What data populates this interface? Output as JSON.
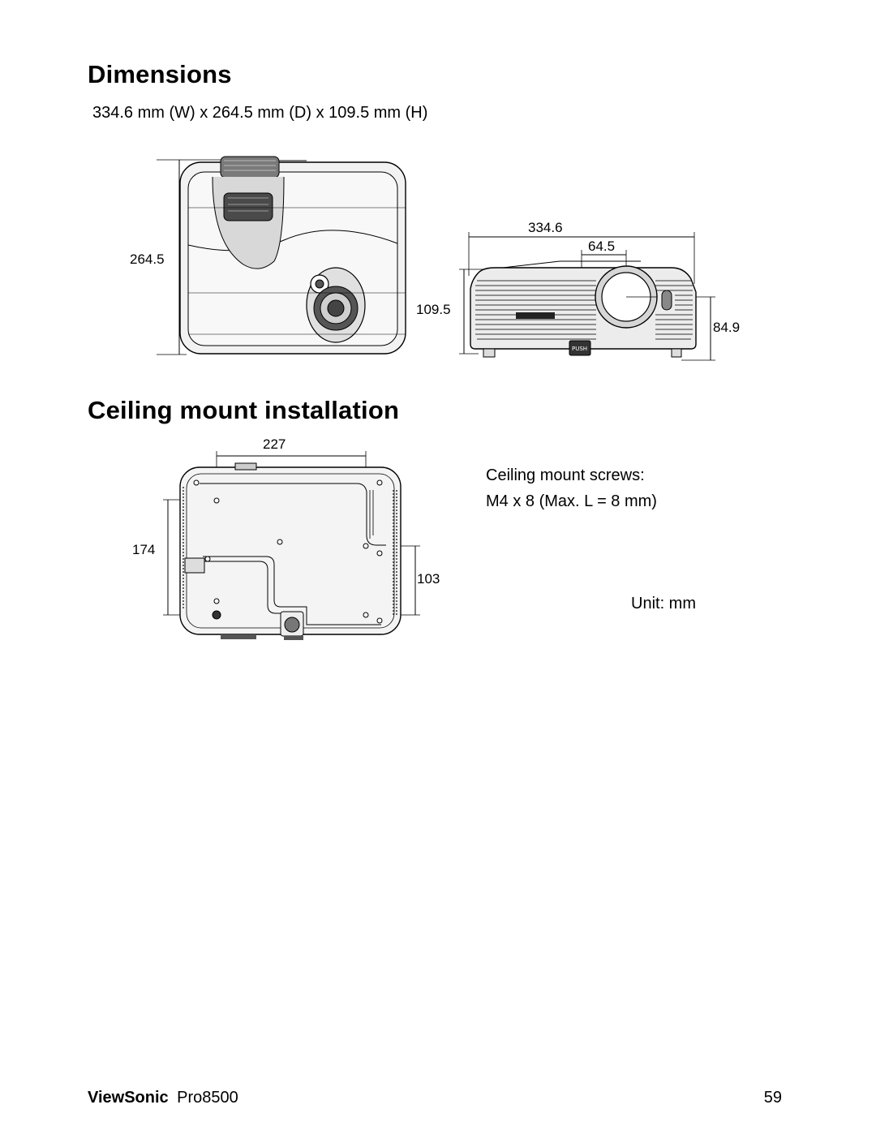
{
  "dimensions": {
    "heading": "Dimensions",
    "summary": "334.6 mm (W) x 264.5 mm (D) x 109.5 mm (H)",
    "top_view": {
      "depth_label": "264.5"
    },
    "front_view": {
      "width_label": "334.6",
      "lens_offset_label": "64.5",
      "height_label": "109.5",
      "lens_height_label": "84.9",
      "focus_button_text": "PUSH"
    }
  },
  "ceiling_mount": {
    "heading": "Ceiling mount installation",
    "bottom_view": {
      "hole_spacing_width_label": "227",
      "depth_label": "174",
      "hole_spacing_depth_label": "103"
    },
    "screws_label": "Ceiling mount screws:",
    "screws_spec": "M4 x 8 (Max. L = 8 mm)",
    "unit_label": "Unit: mm"
  },
  "footer": {
    "brand": "ViewSonic",
    "model": "Pro8500",
    "page_number": "59"
  }
}
